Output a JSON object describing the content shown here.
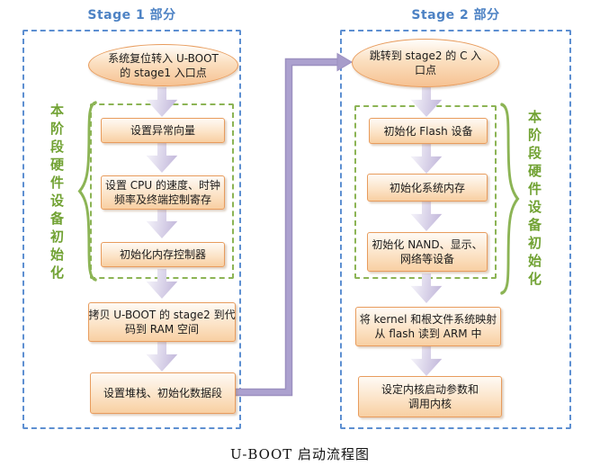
{
  "colors": {
    "stage_border_blue": "#5d8fd1",
    "inner_border_green": "#8cb455",
    "title_blue": "#4d82c4",
    "node_fill_light": "#fdf3e7",
    "node_fill_dark": "#f8cfa2",
    "node_border_orange": "#e89c5d",
    "arrow_lavender": "#c6bcdd",
    "connector_purple": "#a79cca",
    "side_label_green": "#71a233"
  },
  "caption": "U-BOOT 启动流程图",
  "stage1": {
    "title": "Stage 1 部分",
    "start_ellipse": {
      "line1": "系统复位转入 U-BOOT",
      "line2": "的 stage1 入口点"
    },
    "side_label": "本阶段硬件设备初始化",
    "steps": [
      {
        "line1": "设置异常向量",
        "line2": ""
      },
      {
        "line1": "设置 CPU 的速度、时钟",
        "line2": "频率及终端控制寄存"
      },
      {
        "line1": "初始化内存控制器",
        "line2": ""
      },
      {
        "line1": "拷贝 U-BOOT 的 stage2 到代",
        "line2": "码到 RAM 空间"
      },
      {
        "line1": "设置堆栈、初始化数据段",
        "line2": ""
      }
    ]
  },
  "stage2": {
    "title": "Stage 2 部分",
    "start_ellipse": {
      "line1": "跳转到 stage2 的 C 入",
      "line2": "口点"
    },
    "side_label": "本阶段硬件设备初始化",
    "steps": [
      {
        "line1": "初始化 Flash 设备",
        "line2": ""
      },
      {
        "line1": "初始化系统内存",
        "line2": ""
      },
      {
        "line1": "初始化 NAND、显示、",
        "line2": "网络等设备"
      },
      {
        "line1": "将 kernel 和根文件系统映射",
        "line2": "从 flash 读到 ARM 中"
      },
      {
        "line1": "设定内核启动参数和",
        "line2": "调用内核"
      }
    ]
  }
}
